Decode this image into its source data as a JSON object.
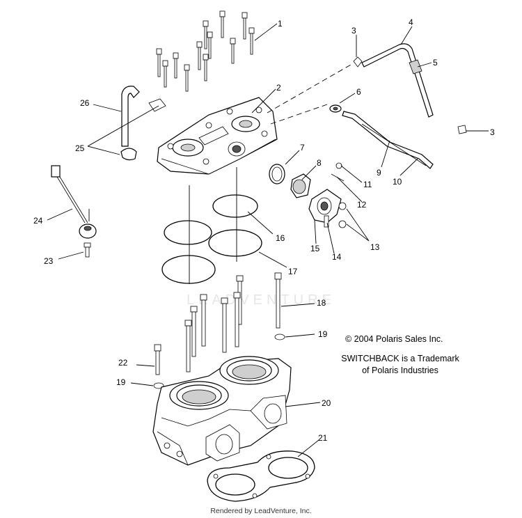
{
  "callouts": {
    "c1": "1",
    "c2": "2",
    "c3a": "3",
    "c3b": "3",
    "c4": "4",
    "c5": "5",
    "c6": "6",
    "c7": "7",
    "c8": "8",
    "c9": "9",
    "c10": "10",
    "c11": "11",
    "c12": "12",
    "c13": "13",
    "c14": "14",
    "c15": "15",
    "c16": "16",
    "c17": "17",
    "c18": "18",
    "c19a": "19",
    "c19b": "19",
    "c20": "20",
    "c21": "21",
    "c22": "22",
    "c23": "23",
    "c24": "24",
    "c25": "25",
    "c26": "26"
  },
  "notes": {
    "copyright": "© 2004 Polaris Sales Inc.",
    "trademark_line1": "SWITCHBACK is a Trademark",
    "trademark_line2": "of Polaris Industries"
  },
  "footer": {
    "rendered_by": "Rendered by LeadVenture, Inc."
  },
  "watermark": {
    "text": "LEADVENTURE"
  }
}
